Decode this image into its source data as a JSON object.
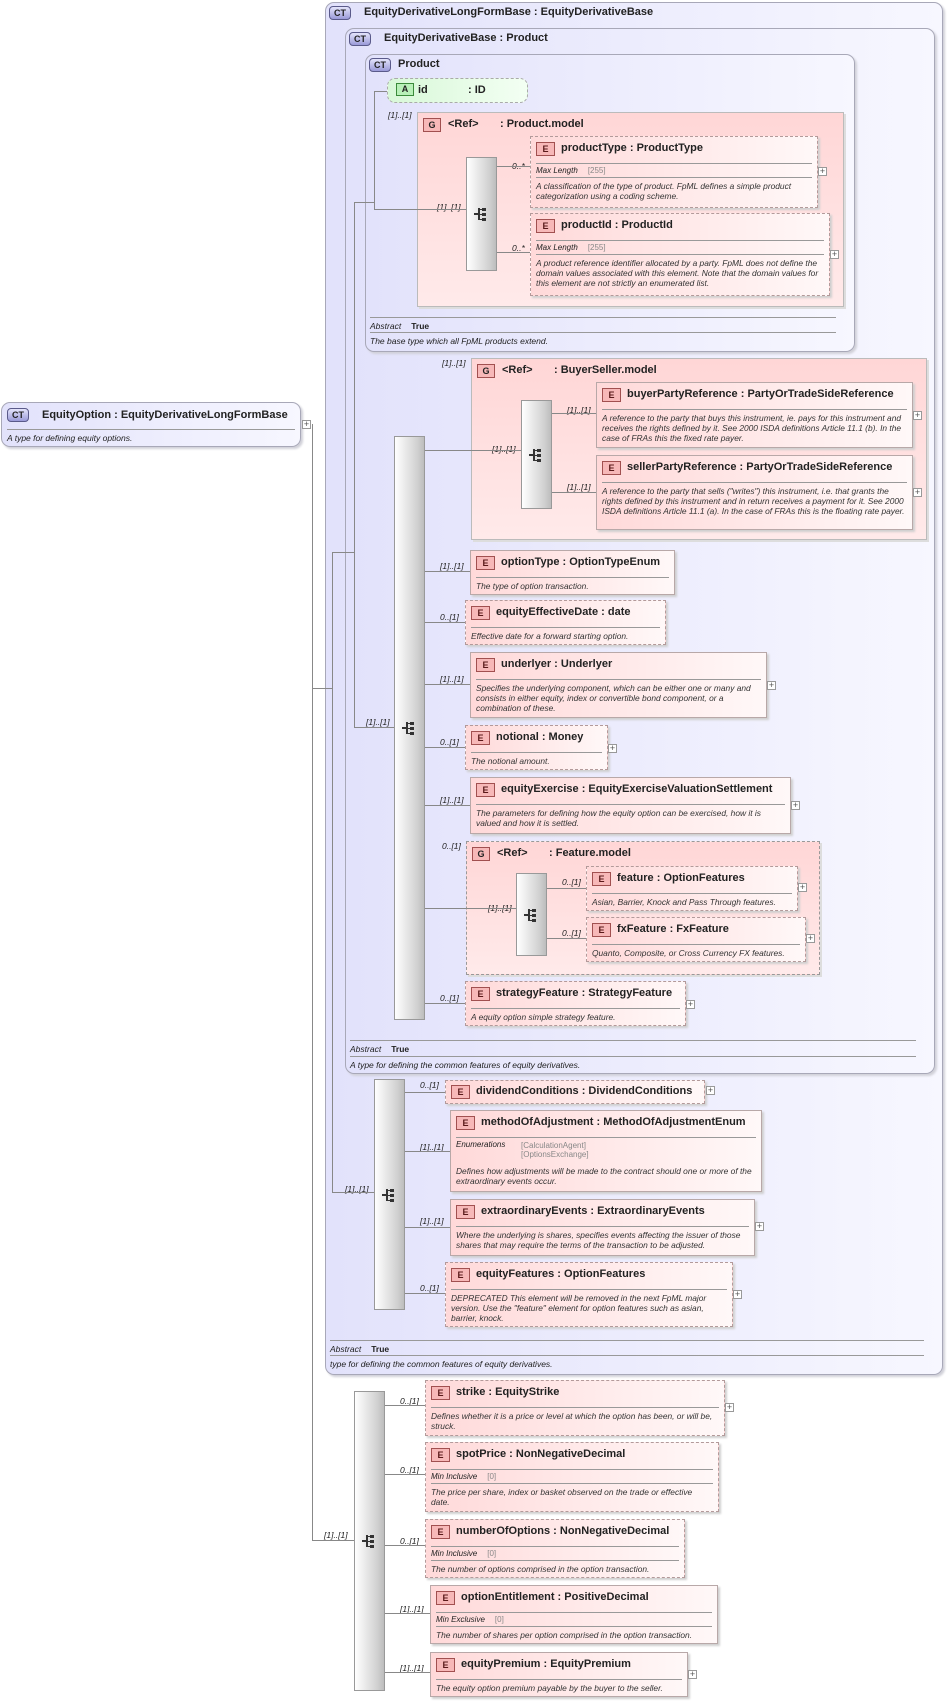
{
  "root": {
    "badge": "CT",
    "title": "EquityOption : EquityDerivativeLongFormBase",
    "desc": "A type for defining equity options."
  },
  "base1": {
    "badge": "CT",
    "title": "EquityDerivativeLongFormBase : EquityDerivativeBase",
    "abstract_label": "Abstract",
    "abstract_value": "True",
    "desc": "type for defining the common features of equity derivatives."
  },
  "base2": {
    "badge": "CT",
    "title": "EquityDerivativeBase : Product",
    "abstract_label": "Abstract",
    "abstract_value": "True",
    "desc": "A type for defining the common features of equity derivatives."
  },
  "product": {
    "badge": "CT",
    "title": "Product",
    "abstract_label": "Abstract",
    "abstract_value": "True",
    "desc": "The base type which all FpML products extend."
  },
  "attr_id": {
    "badge": "A",
    "name": "id",
    "type": ": ID"
  },
  "product_model": {
    "badge": "G",
    "ref": "<Ref>",
    "name": ": Product.model",
    "card": "[1]..[1]",
    "seq_card": "[1]..[1]"
  },
  "productType": {
    "badge": "E",
    "name": "productType : ProductType",
    "card": "0..*",
    "facet": "Max Length",
    "facet_val": "[255]",
    "desc": "A classification of the type of product. FpML defines a simple product categorization using a coding scheme."
  },
  "productId": {
    "badge": "E",
    "name": "productId : ProductId",
    "card": "0..*",
    "facet": "Max Length",
    "facet_val": "[255]",
    "desc": "A product reference identifier allocated by a party. FpML does not define the domain values associated with this element. Note that the domain values for this element are not strictly an enumerated list."
  },
  "buyerseller": {
    "badge": "G",
    "ref": "<Ref>",
    "name": ": BuyerSeller.model",
    "card": "[1]..[1]",
    "seq_card": "[1]..[1]"
  },
  "buyerPartyReference": {
    "badge": "E",
    "name": "buyerPartyReference : PartyOrTradeSideReference",
    "card": "[1]..[1]",
    "desc": "A reference to the party that buys this instrument, ie. pays for this instrument and receives the rights defined by it. See 2000 ISDA definitions Article 11.1 (b). In the case of FRAs this the fixed rate payer."
  },
  "sellerPartyReference": {
    "badge": "E",
    "name": "sellerPartyReference : PartyOrTradeSideReference",
    "card": "[1]..[1]",
    "desc": "A reference to the party that sells (\"writes\") this instrument, i.e. that grants the rights defined by this instrument and in return receives a payment for it. See 2000 ISDA definitions Article 11.1 (a). In the case of FRAs this is the floating rate payer."
  },
  "main_seq_card": "[1]..[1]",
  "optionType": {
    "badge": "E",
    "name": "optionType : OptionTypeEnum",
    "card": "[1]..[1]",
    "desc": "The type of option transaction."
  },
  "equityEffectiveDate": {
    "badge": "E",
    "name": "equityEffectiveDate : date",
    "card": "0..[1]",
    "desc": "Effective date for a forward starting option."
  },
  "underlyer": {
    "badge": "E",
    "name": "underlyer : Underlyer",
    "card": "[1]..[1]",
    "desc": "Specifies the underlying component, which can be either one or many and consists in either equity, index or convertible bond component, or a combination of these."
  },
  "notional": {
    "badge": "E",
    "name": "notional  : Money",
    "card": "0..[1]",
    "desc": "The notional amount."
  },
  "equityExercise": {
    "badge": "E",
    "name": "equityExercise : EquityExerciseValuationSettlement",
    "card": "[1]..[1]",
    "desc": "The parameters for defining how the equity option can be exercised, how it is valued and how it is settled."
  },
  "feature_model": {
    "badge": "G",
    "ref": "<Ref>",
    "name": ": Feature.model",
    "card": "0..[1]",
    "seq_card": "[1]..[1]"
  },
  "feature": {
    "badge": "E",
    "name": "feature    : OptionFeatures",
    "card": "0..[1]",
    "desc": "Asian, Barrier, Knock and Pass Through features."
  },
  "fxFeature": {
    "badge": "E",
    "name": "fxFeature : FxFeature",
    "card": "0..[1]",
    "desc": "Quanto, Composite, or Cross Currency FX features."
  },
  "strategyFeature": {
    "badge": "E",
    "name": "strategyFeature : StrategyFeature",
    "card": "0..[1]",
    "desc": "A equity option simple strategy feature."
  },
  "long_seq_card": "[1]..[1]",
  "dividendConditions": {
    "badge": "E",
    "name": "dividendConditions : DividendConditions",
    "card": "0..[1]"
  },
  "methodOfAdjustment": {
    "badge": "E",
    "name": "methodOfAdjustment : MethodOfAdjustmentEnum",
    "card": "[1]..[1]",
    "facet": "Enumerations",
    "facet_val1": "[CalculationAgent]",
    "facet_val2": "[OptionsExchange]",
    "desc": "Defines how adjustments will be made to the contract should one or more of the extraordinary events occur."
  },
  "extraordinaryEvents": {
    "badge": "E",
    "name": "extraordinaryEvents : ExtraordinaryEvents",
    "card": "[1]..[1]",
    "desc": "Where the underlying is shares, specifies events affecting the issuer of those shares that may require the terms of the transaction to be adjusted."
  },
  "equityFeatures": {
    "badge": "E",
    "name": "equityFeatures : OptionFeatures",
    "card": "0..[1]",
    "desc": "DEPRECATED This element will be removed in the next FpML major version. Use the \"feature\" element for option features such as asian, barrier, knock."
  },
  "root_seq_card": "[1]..[1]",
  "strike": {
    "badge": "E",
    "name": "strike      : EquityStrike",
    "card": "0..[1]",
    "desc": "Defines whether it is a price or level at which the option has been, or will be, struck."
  },
  "spotPrice": {
    "badge": "E",
    "name": "spotPrice : NonNegativeDecimal",
    "card": "0..[1]",
    "facet": "Min Inclusive",
    "facet_val": "[0]",
    "desc": "The price per share, index or basket observed on the trade or effective date."
  },
  "numberOfOptions": {
    "badge": "E",
    "name": "numberOfOptions : NonNegativeDecimal",
    "card": "0..[1]",
    "facet": "Min Inclusive",
    "facet_val": "[0]",
    "desc": "The number of options comprised in the option transaction."
  },
  "optionEntitlement": {
    "badge": "E",
    "name": "optionEntitlement : PositiveDecimal",
    "card": "[1]..[1]",
    "facet": "Min Exclusive",
    "facet_val": "[0]",
    "desc": "The number of shares per option comprised in the option transaction."
  },
  "equityPremium": {
    "badge": "E",
    "name": "equityPremium : EquityPremium",
    "card": "[1]..[1]",
    "desc": "The equity option premium payable by the buyer to the seller."
  }
}
